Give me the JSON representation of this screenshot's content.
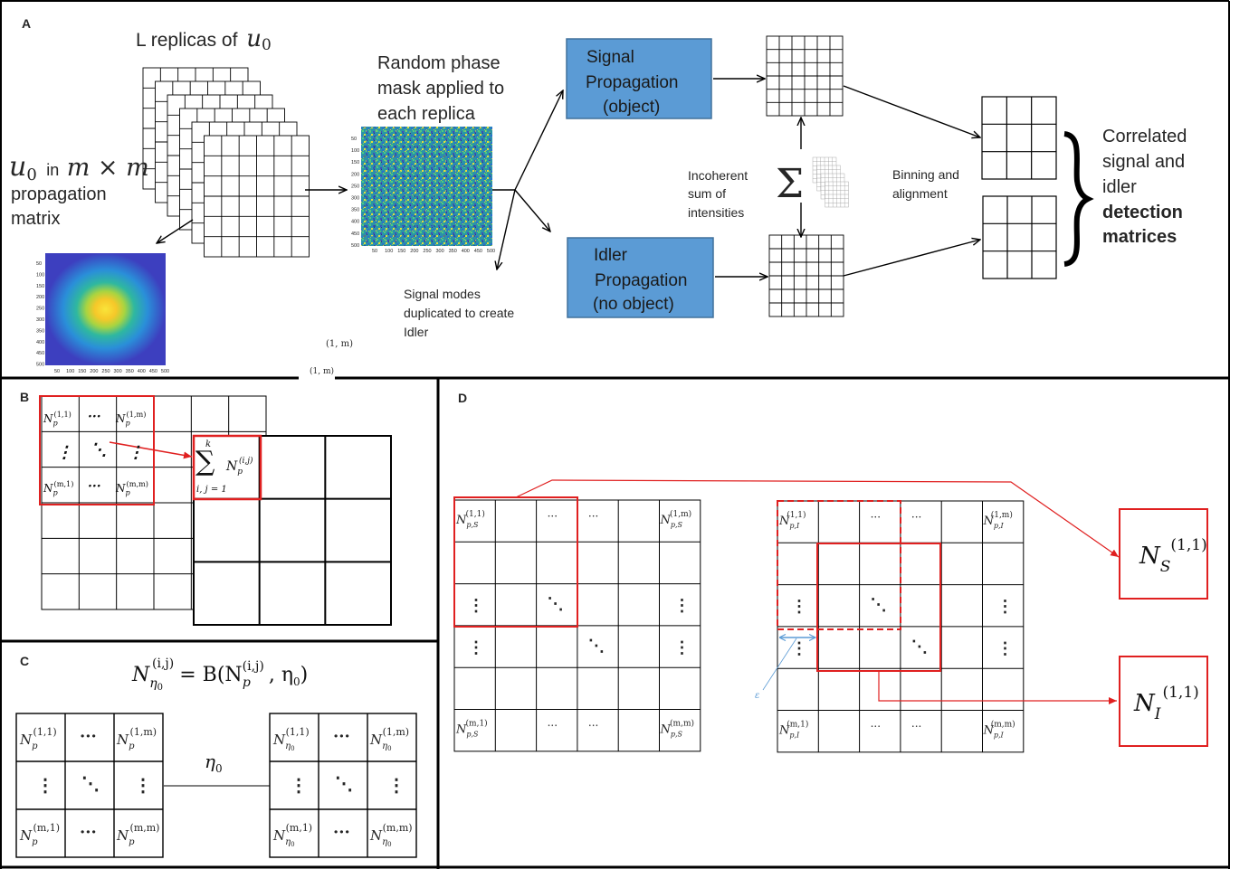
{
  "panels": {
    "a": "A",
    "b": "B",
    "c": "C",
    "d": "D"
  },
  "panel_a": {
    "replicas_label_prefix": "L replicas of",
    "u0": "u",
    "u0_sub": "0",
    "in_word": "in",
    "m_by_m": "m × m",
    "propagation_line1": "propagation",
    "propagation_line2": "matrix",
    "phase_mask_line1": "Random phase",
    "phase_mask_line2": "mask applied to",
    "phase_mask_line3": "each replica",
    "signal_box": [
      "Signal",
      "Propagation",
      "(object)"
    ],
    "idler_box": [
      "Idler",
      "Propagation",
      "(no object)"
    ],
    "incoherent": [
      "Incoherent",
      "sum of",
      "intensities"
    ],
    "sum_symbol": "Σ",
    "binning": [
      "Binning and",
      "alignment"
    ],
    "duplicated": [
      "Signal modes",
      "duplicated to create",
      "Idler"
    ],
    "correlated": [
      "Correlated",
      "signal and",
      "idler"
    ],
    "detection": [
      "detection",
      "matrices"
    ],
    "stray_label": "(1, m)",
    "heatmap_yticks": [
      "50",
      "100",
      "150",
      "200",
      "250",
      "300",
      "350",
      "400",
      "450",
      "500"
    ],
    "heatmap_xticks": [
      "50",
      "100",
      "150",
      "200",
      "250",
      "300",
      "350",
      "400",
      "450",
      "500"
    ]
  },
  "panel_b": {
    "np": "N",
    "p_sub": "p",
    "idx_11": "(1,1)",
    "idx_1m": "(1,m)",
    "idx_m1": "(m,1)",
    "idx_mm": "(m,m)",
    "idx_ij": "(i,j)",
    "dots_h": "···",
    "dots_v": "⋮",
    "dots_d": "⋱",
    "sum_symbol": "∑",
    "sum_upper": "k",
    "sum_lower": "i, j = 1"
  },
  "panel_c": {
    "formula_lhs": "N",
    "formula_sub": "η",
    "formula_sub2": "0",
    "formula_sup": "(i,j)",
    "formula_rhs": "= B(N",
    "formula_rhs_sup": "(i,j)",
    "formula_rhs_sub": "p",
    "formula_tail": ", η",
    "formula_tail_sub": "0",
    "formula_close": ")",
    "eta": "η",
    "eta_sub": "0"
  },
  "panel_d": {
    "ps_sub": "p,S",
    "pi_sub": "p,I",
    "ns_label": "N",
    "ns_sub": "S",
    "ni_sub": "I",
    "n_sup": "(1,1)",
    "epsilon": "ε"
  },
  "colors": {
    "box_fill": "#5b9bd5",
    "box_stroke": "#41719c",
    "red": "#e02020",
    "line": "#000000",
    "light_blue": "#5b9bd5"
  }
}
